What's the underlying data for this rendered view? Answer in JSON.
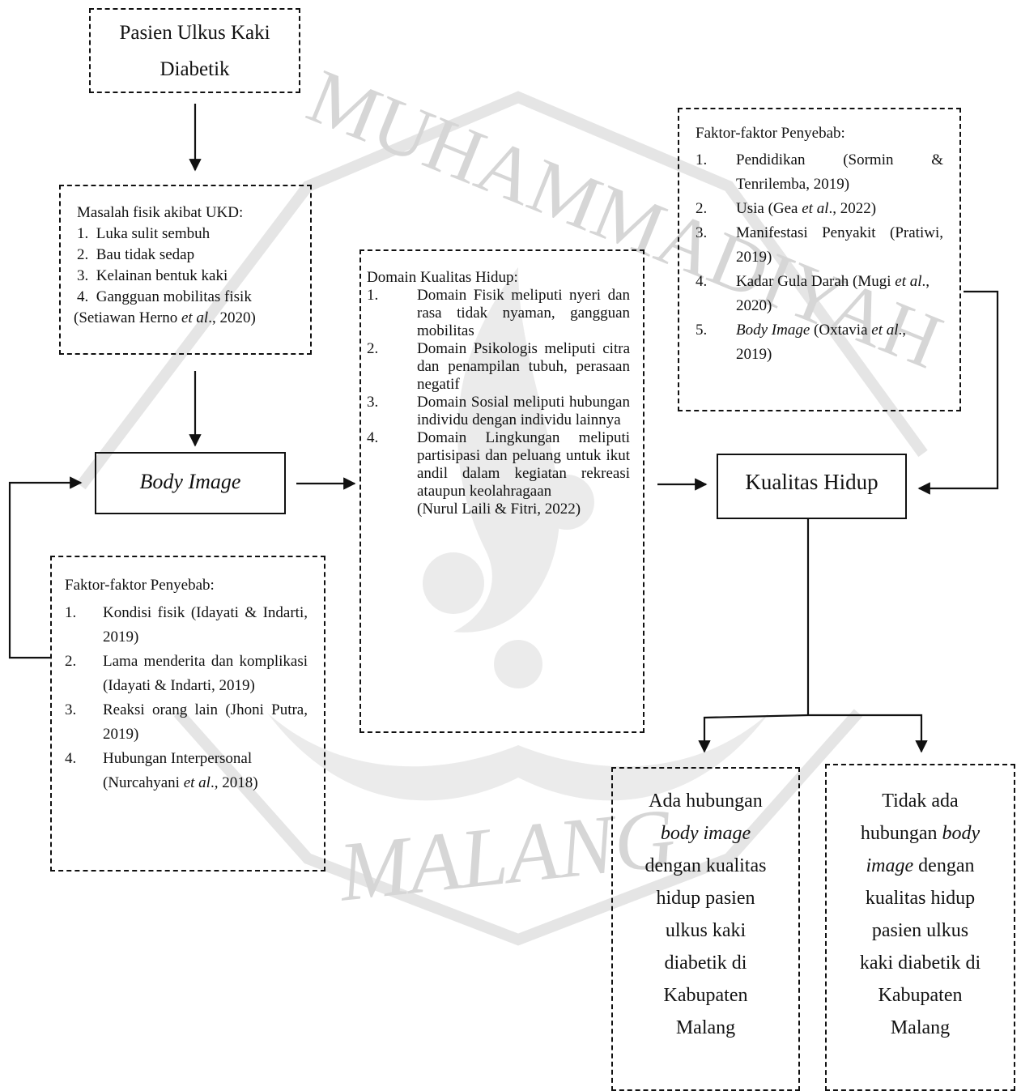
{
  "watermark": {
    "top_text": "MUHAMMADIYAH",
    "bottom_text": "MALANG",
    "color": "#d9d9d9"
  },
  "colors": {
    "line": "#111111",
    "text": "#111111"
  },
  "nodes": {
    "patient": {
      "line1": "Pasien Ulkus Kaki",
      "line2": "Diabetik"
    },
    "physical_problems": {
      "title": "Masalah fisik akibat UKD:",
      "items": [
        "1.  Luka sulit sembuh",
        "2.  Bau tidak sedap",
        "3.  Kelainan bentuk kaki",
        "4.  Gangguan mobilitas fisik"
      ],
      "citation": {
        "pre": "(Setiawan Herno ",
        "etal": "et al",
        "post": "., 2020)"
      }
    },
    "body_image": {
      "label": "Body Image"
    },
    "body_image_factors": {
      "title": "Faktor-faktor Penyebab:",
      "items": [
        {
          "num": "1.",
          "text": "Kondisi fisik (Idayati & Indarti, 2019)"
        },
        {
          "num": "2.",
          "text": "Lama menderita dan komplikasi (Idayati & Indarti, 2019)"
        },
        {
          "num": "3.",
          "text": "Reaksi orang lain (Jhoni Putra, 2019)"
        },
        {
          "num": "4.",
          "text_pre": "Hubungan Interpersonal (Nurcahyani ",
          "etal": "et al",
          "text_post": "., 2018)"
        }
      ]
    },
    "qol_domains": {
      "title": "Domain Kualitas Hidup:",
      "items": [
        {
          "num": "1.",
          "text": "Domain Fisik meliputi nyeri dan rasa tidak nyaman, gangguan mobilitas"
        },
        {
          "num": "2.",
          "text": "Domain Psikologis meliputi citra dan penampilan tubuh, perasaan negatif"
        },
        {
          "num": "3.",
          "text": "Domain Sosial meliputi hubungan individu dengan individu lainnya"
        },
        {
          "num": "4.",
          "text": "Domain Lingkungan meliputi partisipasi dan peluang untuk ikut andil dalam kegiatan rekreasi ataupun keolahragaan"
        }
      ],
      "citation": "(Nurul Laili & Fitri, 2022)"
    },
    "qol_factors": {
      "title": "Faktor-faktor Penyebab:",
      "items": [
        {
          "num": "1.",
          "text": "Pendidikan (Sormin & Tenrilemba, 2019)"
        },
        {
          "num": "2.",
          "text_pre": "Usia (Gea ",
          "etal": "et al",
          "text_post": "., 2022)"
        },
        {
          "num": "3.",
          "text": "Manifestasi Penyakit (Pratiwi, 2019)"
        },
        {
          "num": "4.",
          "text_pre": "Kadar Gula Darah (Mugi ",
          "etal": "et al",
          "text_post": "., 2020)"
        },
        {
          "num": "5.",
          "italic_lead": "Body Image",
          "text_pre": " (Oxtavia ",
          "etal": "et al",
          "text_post": "., 2019)"
        }
      ]
    },
    "quality_of_life": {
      "label": "Kualitas Hidup"
    },
    "outcome_yes": {
      "l1": "Ada hubungan",
      "l2": "body image",
      "l3": "dengan kualitas",
      "l4": "hidup pasien",
      "l5": "ulkus kaki",
      "l6": "diabetik di",
      "l7": "Kabupaten",
      "l8": "Malang"
    },
    "outcome_no": {
      "l1": "Tidak ada",
      "l2a": "hubungan ",
      "l2b": "body",
      "l3a": "image",
      "l3b": " dengan",
      "l4": "kualitas hidup",
      "l5": "pasien ulkus",
      "l6": "kaki diabetik di",
      "l7": "Kabupaten",
      "l8": "Malang"
    }
  }
}
